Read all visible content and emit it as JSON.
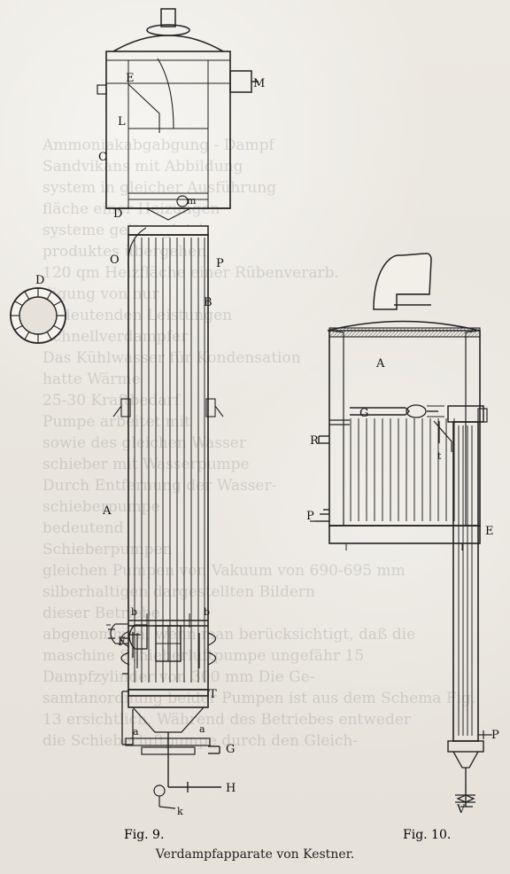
{
  "figures": {
    "fig9": {
      "caption": "Fig. 9.",
      "labels": {
        "E": "E",
        "M": "M",
        "L": "L",
        "C": "C",
        "D_top": "D",
        "m": "m",
        "O": "O",
        "P": "P",
        "B": "B",
        "D_side": "D",
        "A": "A",
        "b_left": "b",
        "b_right": "b",
        "F": "F",
        "T": "T",
        "a_left": "a",
        "a_right": "a",
        "G": "G",
        "H": "H",
        "k": "k"
      }
    },
    "fig10": {
      "caption": "Fig. 10.",
      "labels": {
        "A": "A",
        "G": "G",
        "R": "R",
        "t": "t",
        "P_mid": "P",
        "E": "E",
        "P_bottom": "P",
        "V": "V"
      }
    },
    "caption_main": "Verdampfapparate von Kestner."
  },
  "show_through_text": [
    "Ammoniakabgabgung - Dampf",
    "Sandvikans mit Abbildung",
    "system in gleicher Ausführung",
    "fläche einer Heizungen",
    "systeme gelten gleich",
    "produktes übergehen",
    "120 qm Heizfläche einer Rübenverarb.",
    "digung von nur",
    "bedeutenden Leistungen",
    "Schnellverdampfer",
    "Das Kühlwasser für Kondensation",
    "hatte Wärme",
    "25-30 Kraftbedarf",
    "Pumpe arbeitet mit",
    "sowie des gleichen Wasser",
    "schieber mit Wasserpumpe",
    "Durch Entfernung der Wasser-",
    "schieberpumpe",
    "bedeutend",
    "Schieberpumpen",
    "gleichen Pumpen von Vakuum von 690-695 mm",
    "silberhaltigen dargestellten Bildern",
    "dieser Betriebe",
    "abgenommen, wenn man berücksichtigt, daß die",
    "maschine Schieberluftpumpe ungefähr 15",
    "Dampfzylinder von 300 mm Die Ge-",
    "samtanordnung beider Pumpen ist aus dem Schema Fig.",
    "13 ersichtlich. Während des Betriebes entweder",
    "die Schieberluftpumpe durch den Gleich-"
  ]
}
